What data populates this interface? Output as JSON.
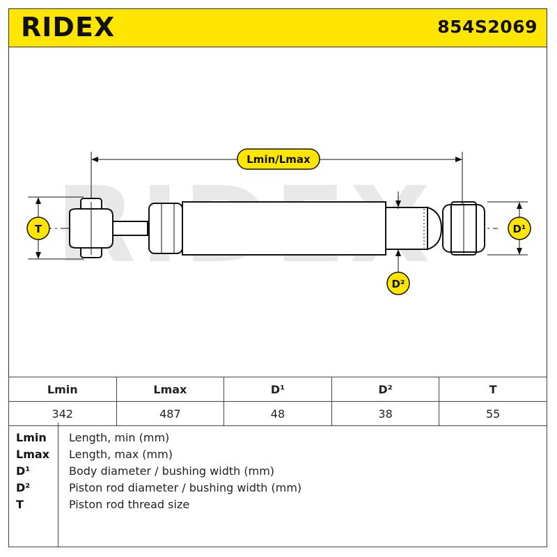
{
  "header": {
    "brand": "RIDEX",
    "part_number": "854S2069"
  },
  "drawing": {
    "watermark": "RIDEX",
    "dimension_labels": {
      "length": "Lmin/Lmax",
      "thread": "T",
      "body_diameter": "D¹",
      "rod_diameter": "D²"
    },
    "colors": {
      "badge_fill": "#ffe600",
      "outline": "#111111",
      "watermark": "#e6e6e6"
    }
  },
  "spec_table": {
    "headers": [
      "Lmin",
      "Lmax",
      "D¹",
      "D²",
      "T"
    ],
    "values": [
      "342",
      "487",
      "48",
      "38",
      "55"
    ]
  },
  "legend": [
    {
      "key": "Lmin",
      "desc": "Length, min (mm)"
    },
    {
      "key": "Lmax",
      "desc": "Length, max (mm)"
    },
    {
      "key": "D¹",
      "desc": "Body diameter / bushing width (mm)"
    },
    {
      "key": "D²",
      "desc": "Piston rod diameter / bushing width (mm)"
    },
    {
      "key": "T",
      "desc": "Piston rod thread size"
    }
  ]
}
